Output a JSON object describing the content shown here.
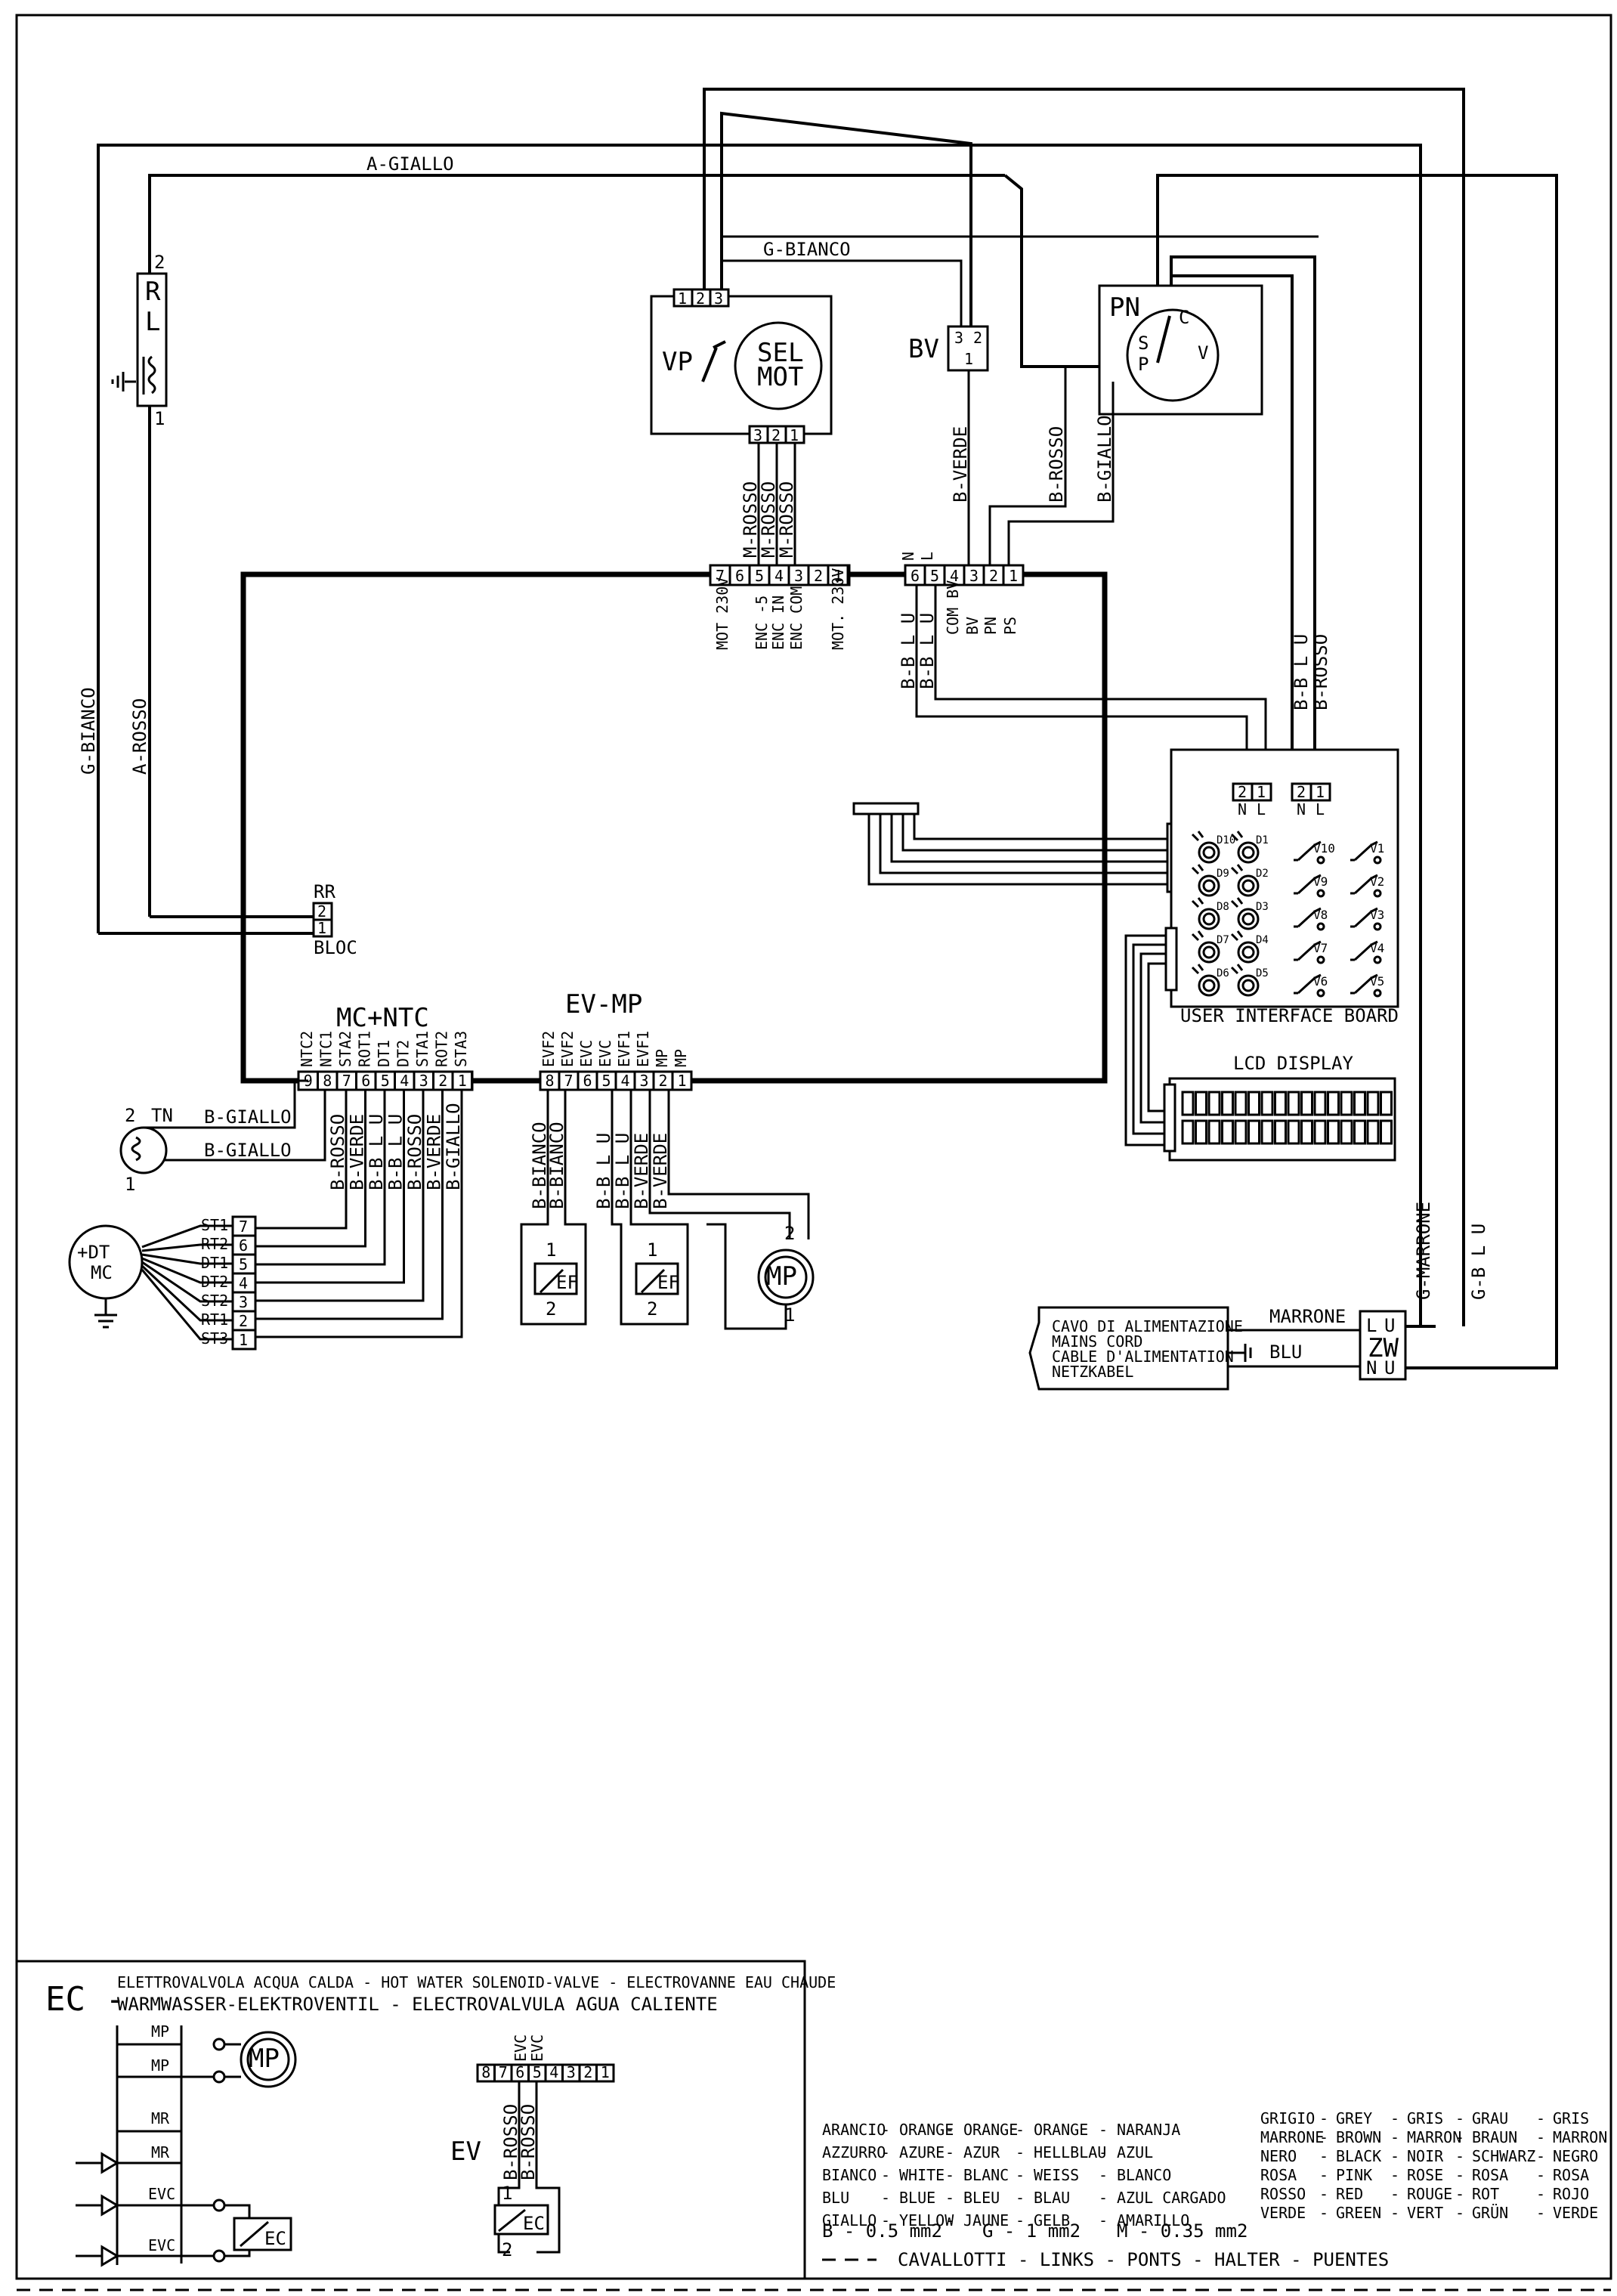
{
  "labels": {
    "a_giallo": "A-GIALLO",
    "g_bianco_top": "G-BIANCO",
    "g_bianco_left": "G-BIANCO",
    "a_rosso_left": "A-ROSSO",
    "rl": "R\nL",
    "rl_r": "R",
    "rl_l": "L",
    "rl_pin2": "2",
    "rl_pin1": "1",
    "vp": "VP",
    "sel": "SEL",
    "mot": "MOT",
    "bv": "BV",
    "pn": "PN",
    "pn_c": "C",
    "pn_s": "S",
    "pn_p": "P",
    "pn_v": "V",
    "m_rosso": "M-ROSSO",
    "b_verde": "B-VERDE",
    "b_rosso": "B-ROSSO",
    "b_giallo": "B-GIALLO",
    "b_blu": "B-B L U",
    "rr": "RR",
    "bloc": "BLOC",
    "mc_ntc": "MC+NTC",
    "ev_mp": "EV-MP",
    "tn": "TN",
    "tn_pin2": "2",
    "tn_pin1": "1",
    "dt_mc_1": "+DT",
    "dt_mc_2": "MC",
    "ef": "EF",
    "mp": "MP",
    "user_interface_board": "USER INTERFACE BOARD",
    "lcd_display": "LCD DISPLAY",
    "g_marrone": "G-MARRONE",
    "g_blu": "G-B L U",
    "marrone": "MARRONE",
    "blu": "BLU",
    "zw": "ZW",
    "mains_cord": [
      "CAVO DI ALIMENTAZIONE",
      "MAINS CORD",
      "CABLE D'ALIMENTATION",
      "NETZKABEL"
    ],
    "ec_prefix": "EC -",
    "ec_title_1": "ELETTROVALVOLA ACQUA CALDA - HOT WATER SOLENOID-VALVE - ELECTROVANNE EAU CHAUDE",
    "ec_title_2": "WARMWASSER-ELEKTROVENTIL - ELECTROVALVULA AGUA CALIENTE",
    "ev": "EV",
    "ec": "EC",
    "evc": "EVC"
  },
  "connectors": {
    "mot_top": [
      "1",
      "2",
      "3"
    ],
    "mot_bottom": [
      "3",
      "2",
      "1"
    ],
    "bv": [
      "3",
      "2",
      "1"
    ],
    "main_left": [
      "7",
      "6",
      "5",
      "4",
      "3",
      "2",
      "1"
    ],
    "main_left_labels": [
      "MOT 230V",
      "ENC -5",
      "ENC IN",
      "ENC COM",
      "MOT. 230V"
    ],
    "main_right": [
      "6",
      "5",
      "4",
      "3",
      "2",
      "1"
    ],
    "main_right_top": [
      "N",
      "L"
    ],
    "main_right_labels": [
      "COM BV",
      "BV",
      "PN",
      "PS"
    ],
    "rr": [
      "2",
      "1"
    ],
    "ui_conn_a": [
      "2",
      "1"
    ],
    "ui_conn_b": [
      "2",
      "1"
    ],
    "ui_conn_nl": [
      "N",
      "L"
    ],
    "mc_ntc": [
      "9",
      "8",
      "7",
      "6",
      "5",
      "4",
      "3",
      "2",
      "1"
    ],
    "mc_ntc_labels": [
      "NTC2",
      "NTC1",
      "STA2",
      "ROT1",
      "DT1",
      "DT2",
      "STA1",
      "ROT2",
      "STA3"
    ],
    "mc_ntc_wires": [
      "B-ROSSO",
      "B-VERDE",
      "B-B L U",
      "B-B L U",
      "B-ROSSO",
      "B-VERDE",
      "B-GIALLO"
    ],
    "ev_mp": [
      "8",
      "7",
      "6",
      "5",
      "4",
      "3",
      "2",
      "1"
    ],
    "ev_mp_labels": [
      "EVF2",
      "EVF2",
      "EVC",
      "EVC",
      "EVF1",
      "EVF1",
      "MP",
      "MP"
    ],
    "ev_mp_wires": [
      "B-BIANCO",
      "B-BIANCO",
      "B-B L U",
      "B-B L U",
      "B-VERDE",
      "B-VERDE"
    ],
    "dt_mc_pins": [
      "7",
      "6",
      "5",
      "4",
      "3",
      "2",
      "1"
    ],
    "dt_mc_labels": [
      "ST1",
      "RT2",
      "DT1",
      "DT2",
      "ST2",
      "RT1",
      "ST3"
    ],
    "ec_conn": [
      "8",
      "7",
      "6",
      "5",
      "4",
      "3",
      "2",
      "1"
    ],
    "ec_wires": [
      "B-ROSSO",
      "B-ROSSO"
    ],
    "ec_left_labels": [
      "MP",
      "MP",
      "MR",
      "MR",
      "EVC",
      "EVC"
    ],
    "zw_top": [
      "L",
      "U"
    ],
    "zw_bottom": [
      "N",
      "U"
    ]
  },
  "leds": [
    "D10",
    "D1",
    "D9",
    "D2",
    "D8",
    "D3",
    "D7",
    "D4",
    "D6",
    "D5"
  ],
  "switches": [
    "V10",
    "V1",
    "V9",
    "V2",
    "V8",
    "V3",
    "V7",
    "V4",
    "V6",
    "V5"
  ],
  "legend_colors": [
    [
      "ARANCIO",
      "ORANGE",
      "ORANGE",
      "ORANGE",
      "NARANJA"
    ],
    [
      "AZZURRO",
      "AZURE",
      "AZUR",
      "HELLBLAU",
      "AZUL"
    ],
    [
      "BIANCO",
      "WHITE",
      "BLANC",
      "WEISS",
      "BLANCO"
    ],
    [
      "BLU",
      "BLUE",
      "BLEU",
      "BLAU",
      "AZUL CARGADO"
    ],
    [
      "GIALLO",
      "YELLOW",
      "JAUNE",
      "GELB",
      "AMARILLO"
    ]
  ],
  "legend_colors_2": [
    [
      "GRIGIO",
      "GREY",
      "GRIS",
      "GRAU",
      "GRIS"
    ],
    [
      "MARRONE",
      "BROWN",
      "MARRON",
      "BRAUN",
      "MARRON"
    ],
    [
      "NERO",
      "BLACK",
      "NOIR",
      "SCHWARZ",
      "NEGRO"
    ],
    [
      "ROSA",
      "PINK",
      "ROSE",
      "ROSA",
      "ROSA"
    ],
    [
      "ROSSO",
      "RED",
      "ROUGE",
      "ROT",
      "ROJO"
    ],
    [
      "VERDE",
      "GREEN",
      "VERT",
      "GRÜN",
      "VERDE"
    ]
  ],
  "legend_sections": [
    "B - 0.5 mm2",
    "G - 1 mm2",
    "M - 0.35 mm2"
  ],
  "legend_links": "CAVALLOTTI - LINKS - PONTS - HALTER - PUENTES"
}
